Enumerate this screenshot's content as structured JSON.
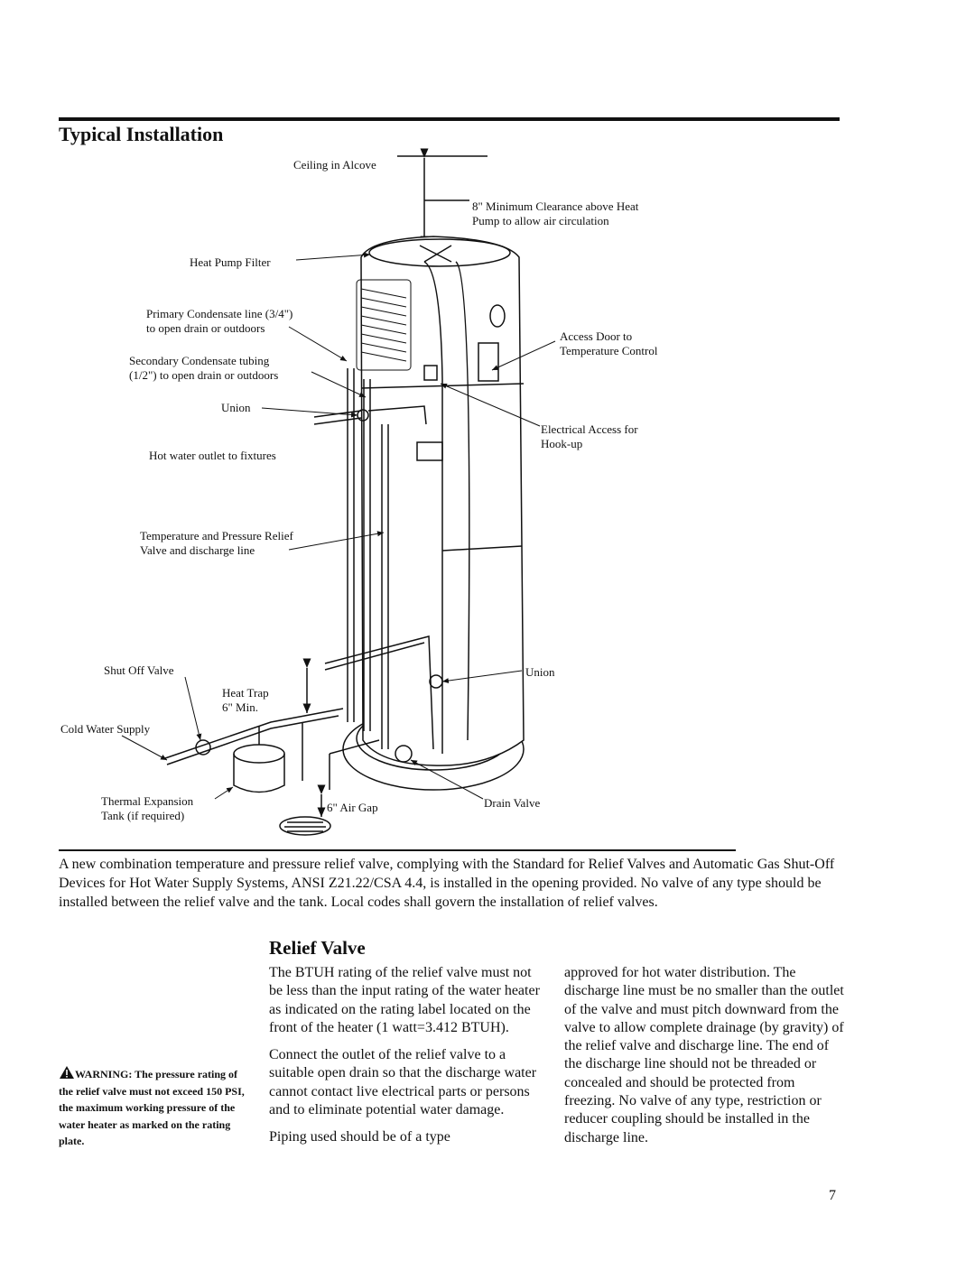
{
  "section_title": "Typical Installation",
  "labels": {
    "ceiling": "Ceiling in Alcove",
    "clearance_1": "8\" Minimum Clearance above Heat",
    "clearance_2": "Pump to allow air circulation",
    "filter": "Heat Pump Filter",
    "primary_1": "Primary Condensate line (3/4\")",
    "primary_2": "to open drain or outdoors",
    "secondary_1": "Secondary Condensate tubing",
    "secondary_2": "(1/2\") to open drain or outdoors",
    "access_1": "Access Door to",
    "access_2": "Temperature Control",
    "union_top": "Union",
    "electrical_1": "Electrical Access for",
    "electrical_2": "Hook-up",
    "hot_water": "Hot water outlet to fixtures",
    "tp_1": "Temperature and Pressure Relief",
    "tp_2": "Valve and discharge line",
    "shutoff": "Shut Off Valve",
    "union_bottom": "Union",
    "heat_trap_1": "Heat Trap",
    "heat_trap_2": "6\" Min.",
    "cold_water": "Cold Water Supply",
    "expansion_1": "Thermal Expansion",
    "expansion_2": "Tank (if required)",
    "air_gap": "6\" Air Gap",
    "drain_valve": "Drain Valve"
  },
  "intro_paragraph": "A new combination temperature and pressure relief valve, complying with the Standard for Relief Valves and Automatic Gas Shut-Off Devices for Hot Water Supply Systems, ANSI Z21.22/CSA 4.4, is installed in the opening provided.  No valve of any type should be installed between the relief valve and the tank. Local codes shall govern the installation of relief valves.",
  "relief_heading": "Relief Valve",
  "col1": {
    "p1": "The BTUH rating of the relief valve must not be less than the input rating of the water heater as indicated on the rating label located on the front of the heater (1 watt=3.412 BTUH).",
    "p2": "Connect the outlet of the relief valve to a suitable open drain so that the discharge water cannot contact live electrical parts or persons and to eliminate potential water damage.",
    "p3": "Piping used should be of a type"
  },
  "col2": {
    "p1": "approved for hot water distribution. The discharge line must be no smaller than the outlet of the valve and must pitch downward from the valve to allow complete drainage (by gravity) of the relief valve and discharge line. The end of the discharge line should not be threaded or concealed and should be protected from freezing. No valve of any type, restriction or reducer coupling should be installed in the discharge line."
  },
  "warning": {
    "lead": "WARNING:",
    "text": "The pressure rating of the relief valve must not exceed 150 PSI, the maximum working pressure of the water heater as marked on the rating plate."
  },
  "page_number": "7"
}
